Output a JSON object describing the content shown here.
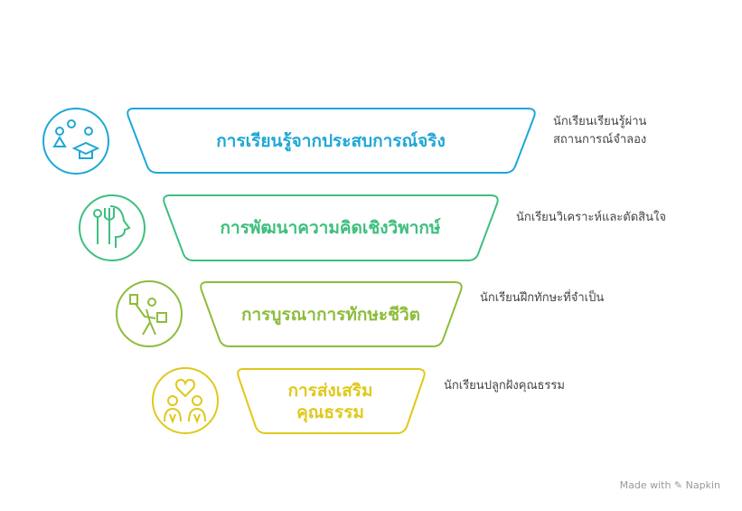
{
  "levels": [
    {
      "title": "การเรียนรู้จากประสบการณ์จริง",
      "desc_lines": [
        "นักเรียนเรียนรู้ผ่าน",
        "สถานการณ์จำลอง"
      ],
      "color": "#1ea7d7",
      "icon": "learning-cap-icon"
    },
    {
      "title": "การพัฒนาความคิดเชิงวิพากษ์",
      "desc_lines": [
        "นักเรียนวิเคราะห์และตัดสินใจ"
      ],
      "color": "#3dbf7e",
      "icon": "head-thinking-icon"
    },
    {
      "title": "การบูรณาการทักษะชีวิต",
      "desc_lines": [
        "นักเรียนฝึกทักษะที่จำเป็น"
      ],
      "color": "#8dbd3c",
      "icon": "person-skill-icon"
    },
    {
      "title_lines": [
        "การส่งเสริม",
        "คุณธรรม"
      ],
      "desc_lines": [
        "นักเรียนปลูกฝังคุณธรรม"
      ],
      "color": "#e0c81c",
      "icon": "people-heart-icon"
    }
  ],
  "watermark": "Made with ✎ Napkin"
}
